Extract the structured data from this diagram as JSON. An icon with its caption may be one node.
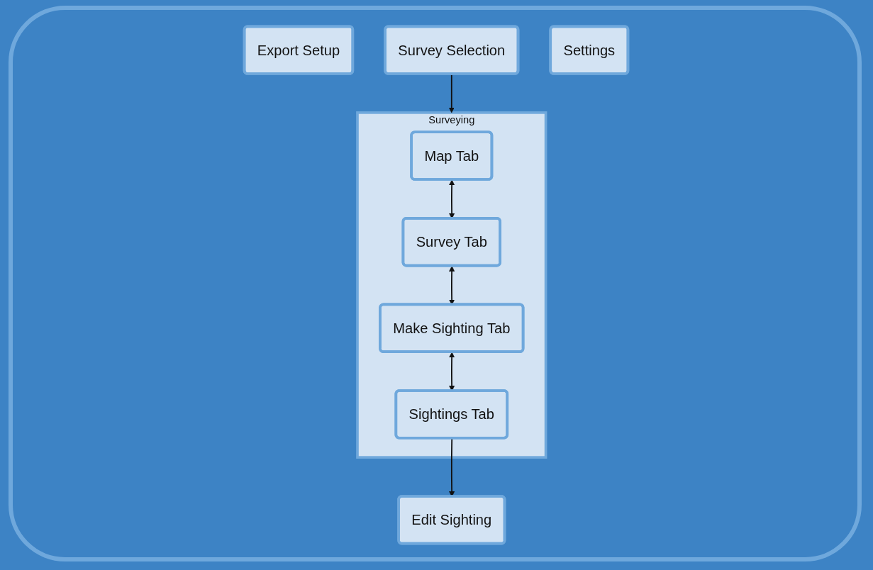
{
  "diagram": {
    "nodes": [
      {
        "text": [
          "Export Setup"
        ]
      },
      {
        "text": [
          "Survey Selection"
        ]
      },
      {
        "text": [
          "Settings"
        ]
      },
      {
        "text": [
          "Surveying"
        ]
      },
      {
        "text": [
          "Map Tab"
        ],
        "in": 3
      },
      {
        "text": [
          "Survey Tab"
        ],
        "in": 3
      },
      {
        "text": [
          "Make Sighting Tab"
        ],
        "in": 3
      },
      {
        "text": [
          "Sightings Tab"
        ],
        "in": 3
      },
      {
        "text": [
          "Edit Sighting"
        ]
      }
    ],
    "edges": [
      {
        "from": 1,
        "to": 3,
        "arrow": "to"
      },
      {
        "from": 4,
        "to": 5,
        "arrow": "both"
      },
      {
        "from": 5,
        "to": 6,
        "arrow": "both"
      },
      {
        "from": 6,
        "to": 7,
        "arrow": "both"
      },
      {
        "from": 7,
        "to": 8,
        "arrow": "to"
      }
    ]
  }
}
